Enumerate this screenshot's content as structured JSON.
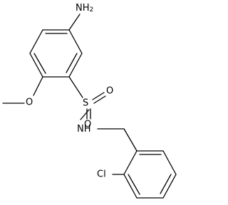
{
  "molecule": {
    "atoms": {
      "amino_N": "N",
      "amino_H": "H",
      "amino_count": "2",
      "methoxy_O": "O",
      "sulfur": "S",
      "sulfonyl_O1": "O",
      "sulfonyl_O2": "O",
      "amide_N": "N",
      "amide_H": "H",
      "chlorine": "Cl"
    }
  }
}
